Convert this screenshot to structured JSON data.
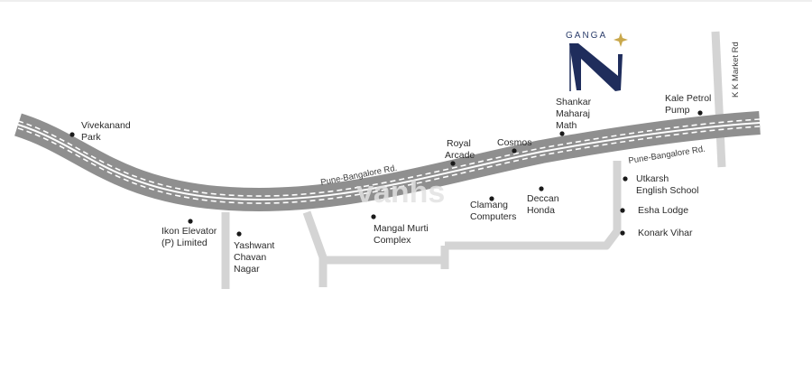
{
  "brand": {
    "name": "GANGA"
  },
  "watermark": "vanhs",
  "colors": {
    "road": "#8f8f8f",
    "road_dashes": "#ffffff",
    "side_road": "#d4d4d4",
    "marker": "#1a1a1a",
    "logo": "#1f2d5c",
    "star": "#c9a84c"
  },
  "roads": {
    "main_road_label_west": "Pune-Bangalore Rd.",
    "main_road_label_east": "Pune-Bangalore Rd.",
    "kk_market_rd": "K K Market Rd"
  },
  "places": [
    {
      "id": "vivekanand-park",
      "lines": [
        "Vivekanand",
        "Park"
      ]
    },
    {
      "id": "ikon-elevator",
      "lines": [
        "Ikon Elevator",
        "(P) Limited"
      ]
    },
    {
      "id": "yashwant-chavan-nagar",
      "lines": [
        "Yashwant",
        "Chavan",
        "Nagar"
      ]
    },
    {
      "id": "mangal-murti-complex",
      "lines": [
        "Mangal Murti",
        "Complex"
      ]
    },
    {
      "id": "royal-arcade",
      "lines": [
        "Royal",
        "Arcade"
      ]
    },
    {
      "id": "clamang-computers",
      "lines": [
        "Clamang",
        "Computers"
      ]
    },
    {
      "id": "cosmos",
      "lines": [
        "Cosmos"
      ]
    },
    {
      "id": "deccan-honda",
      "lines": [
        "Deccan",
        "Honda"
      ]
    },
    {
      "id": "shankar-maharaj-math",
      "lines": [
        "Shankar",
        "Maharaj",
        "Math"
      ]
    },
    {
      "id": "kale-petrol-pump",
      "lines": [
        "Kale Petrol",
        "Pump"
      ]
    },
    {
      "id": "utkarsh-english-school",
      "lines": [
        "Utkarsh",
        "English School"
      ]
    },
    {
      "id": "esha-lodge",
      "lines": [
        "Esha Lodge"
      ]
    },
    {
      "id": "konark-vihar",
      "lines": [
        "Konark Vihar"
      ]
    }
  ]
}
